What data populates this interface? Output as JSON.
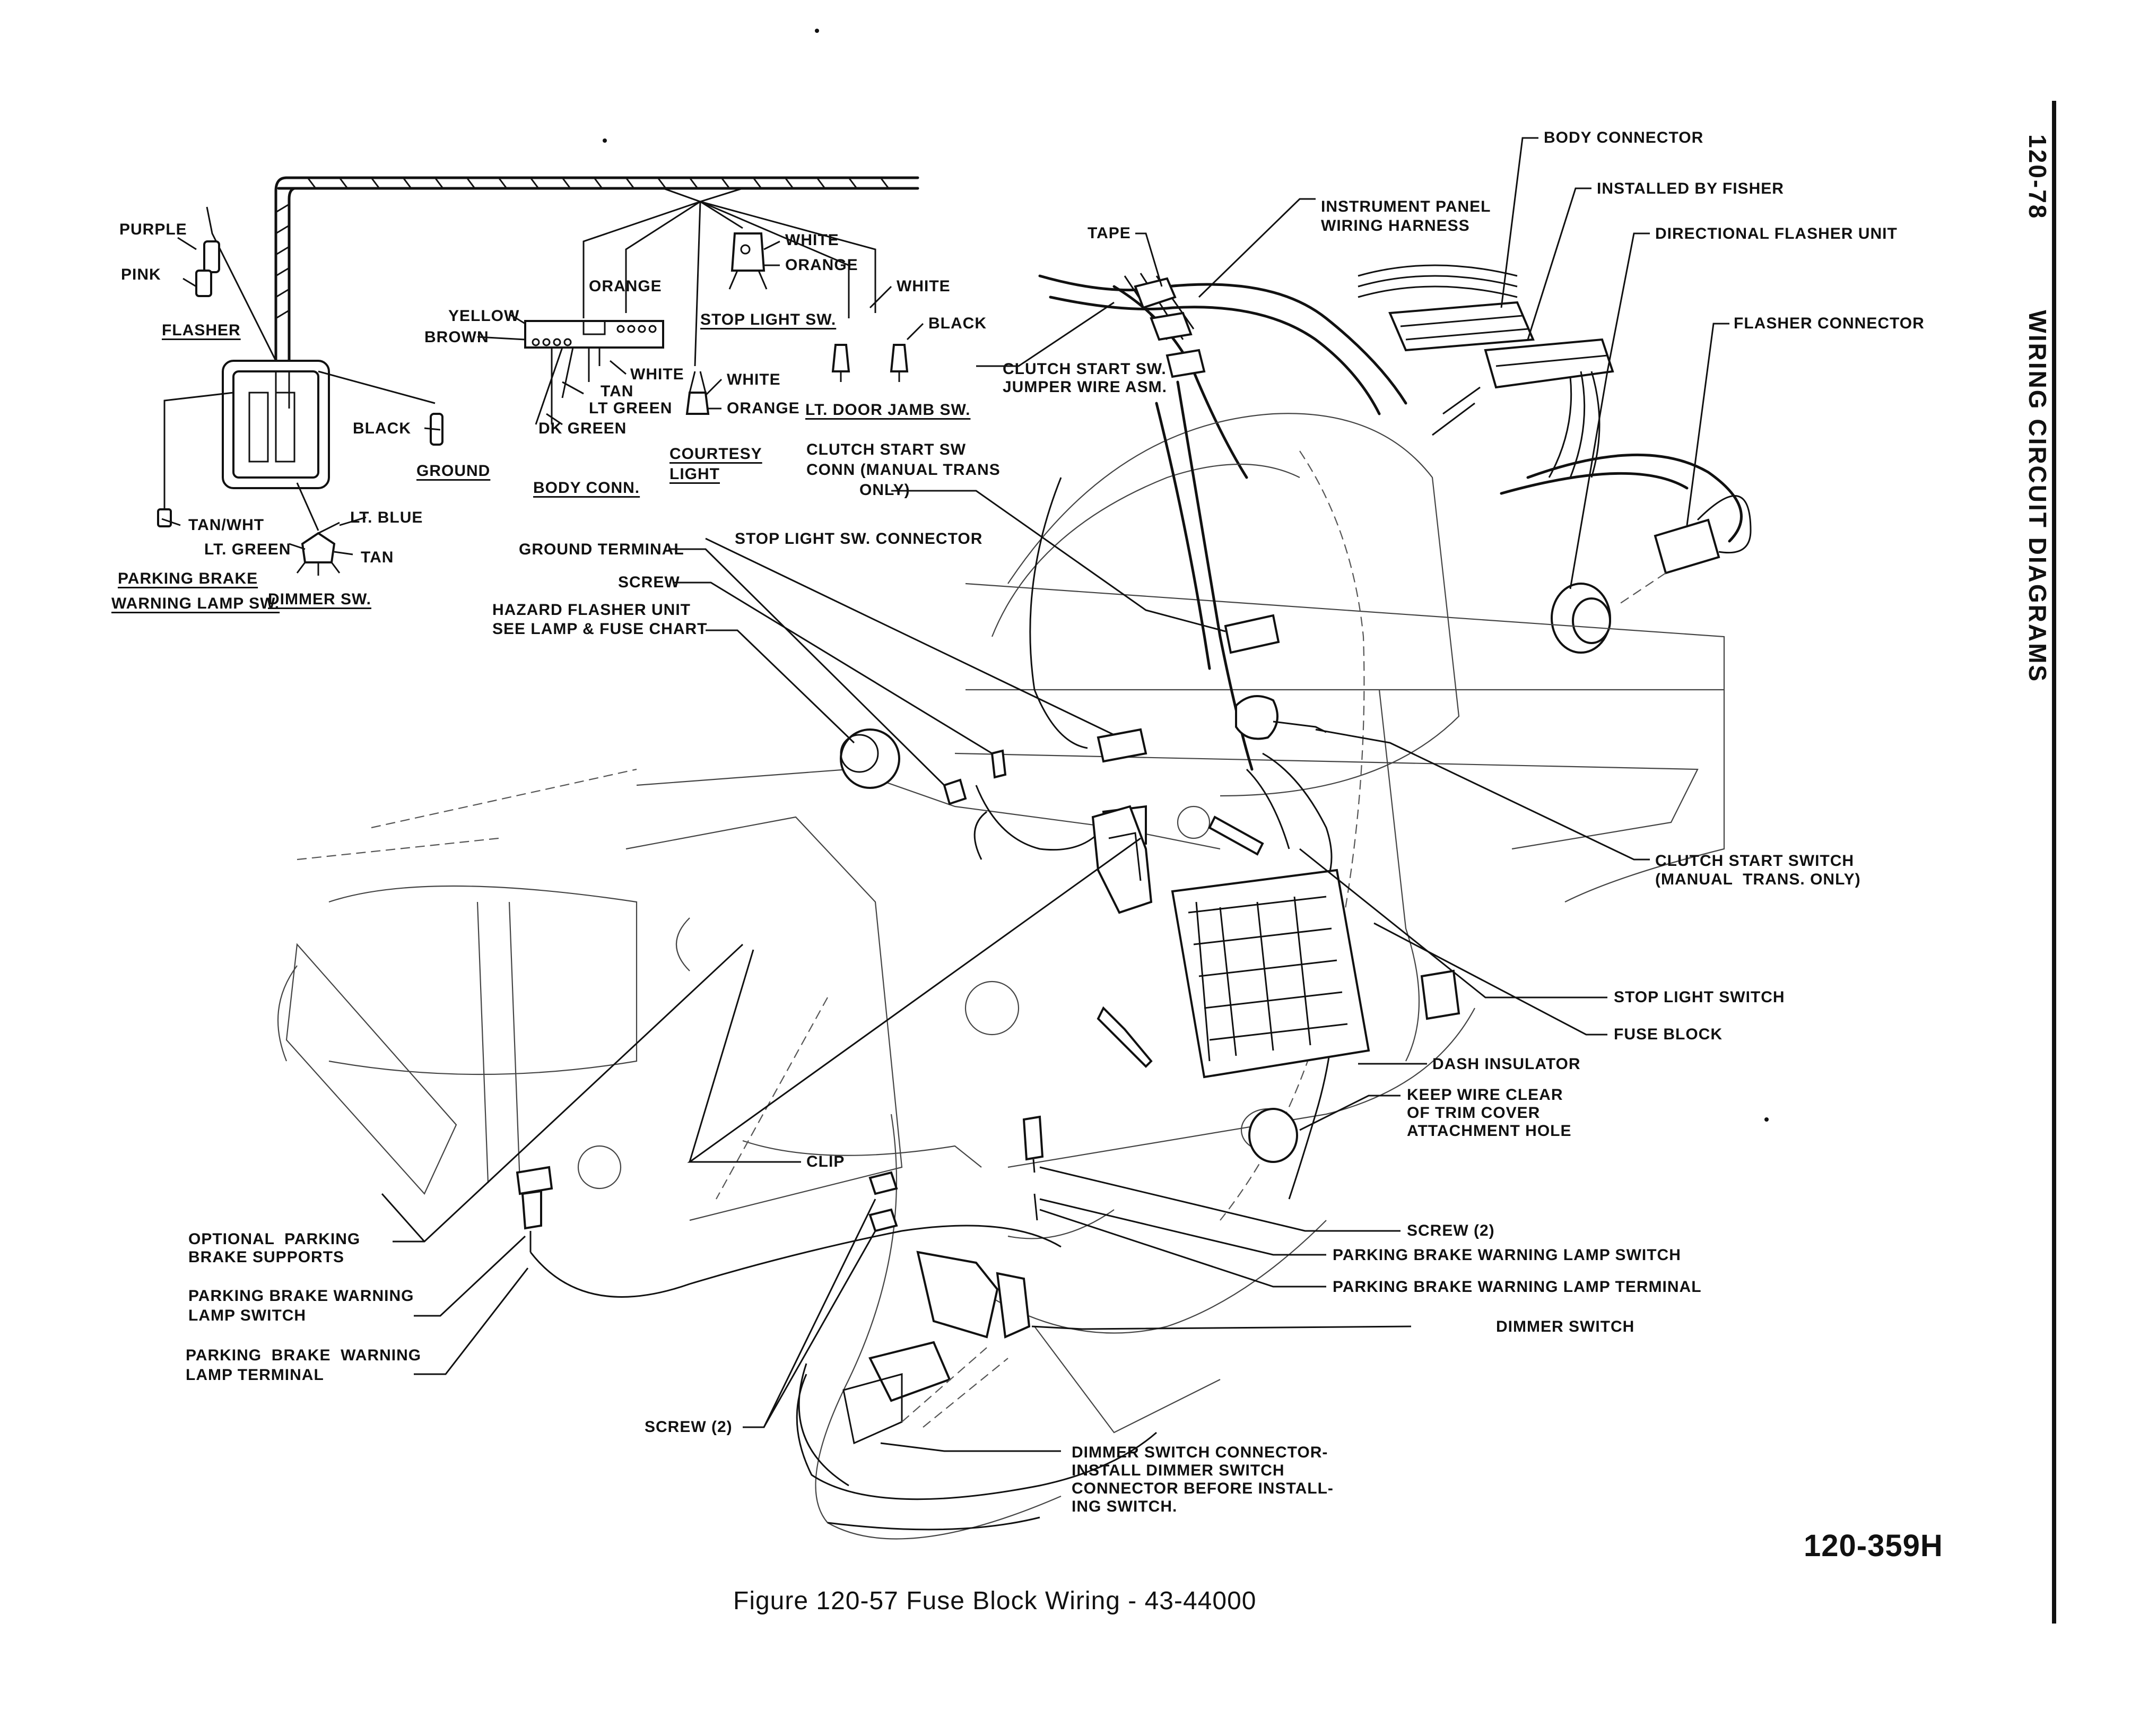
{
  "page": {
    "side_page_number": "120-78",
    "side_section_title": "WIRING CIRCUIT DIAGRAMS",
    "figure_number": "120-359H",
    "caption": "Figure 120-57 Fuse Block Wiring - 43-44000"
  },
  "inset_labels": {
    "purple": "PURPLE",
    "pink": "PINK",
    "flasher": "FLASHER",
    "black_flasher": "BLACK",
    "ground": "GROUND",
    "tan_wht": "TAN/WHT",
    "lt_blue": "LT. BLUE",
    "lt_green_dimmer": "LT. GREEN",
    "tan_dimmer": "TAN",
    "parking_brake_warning_lamp_sw_1": "PARKING BRAKE",
    "parking_brake_warning_lamp_sw_2": "WARNING LAMP SW.",
    "dimmer_sw": "DIMMER SW.",
    "orange_body": "ORANGE",
    "yellow": "YELLOW",
    "brown": "BROWN",
    "white_body": "WHITE",
    "tan_body": "TAN",
    "lt_green_body": "LT GREEN",
    "dk_green": "DK GREEN",
    "body_conn": "BODY CONN.",
    "white_stop": "WHITE",
    "orange_stop": "ORANGE",
    "stop_light_sw": "STOP LIGHT SW.",
    "white_courtesy": "WHITE",
    "orange_courtesy": "ORANGE",
    "courtesy_1": "COURTESY",
    "courtesy_2": "LIGHT",
    "white_door": "WHITE",
    "black_door": "BLACK",
    "lt_door_jamb_sw": "LT. DOOR JAMB SW."
  },
  "callouts": {
    "body_connector": "BODY CONNECTOR",
    "installed_by_fisher": "INSTALLED BY FISHER",
    "directional_flasher_unit": "DIRECTIONAL FLASHER UNIT",
    "flasher_connector": "FLASHER CONNECTOR",
    "instrument_panel_1": "INSTRUMENT PANEL",
    "instrument_panel_2": "WIRING HARNESS",
    "tape": "TAPE",
    "clutch_jumper_1": "CLUTCH START SW.",
    "clutch_jumper_2": "JUMPER WIRE ASM.",
    "clutch_conn_1": "CLUTCH START SW",
    "clutch_conn_2": "CONN (MANUAL TRANS",
    "clutch_conn_3": "ONLY)",
    "stop_light_sw_connector": "STOP LIGHT SW. CONNECTOR",
    "ground_terminal": "GROUND TERMINAL",
    "screw": "SCREW",
    "hazard_1": "HAZARD FLASHER UNIT",
    "hazard_2": "SEE LAMP & FUSE CHART",
    "clutch_start_switch_1": "CLUTCH START SWITCH",
    "clutch_start_switch_2": "(MANUAL  TRANS. ONLY)",
    "stop_light_switch": "STOP LIGHT SWITCH",
    "fuse_block": "FUSE BLOCK",
    "dash_insulator": "DASH INSULATOR",
    "keep_wire_1": "KEEP WIRE CLEAR",
    "keep_wire_2": "OF TRIM COVER",
    "keep_wire_3": "ATTACHMENT HOLE",
    "clip": "CLIP",
    "screw_2_right": "SCREW (2)",
    "pb_warning_lamp_switch_right": "PARKING BRAKE WARNING LAMP SWITCH",
    "pb_warning_lamp_terminal_right": "PARKING BRAKE WARNING LAMP TERMINAL",
    "dimmer_switch": "DIMMER SWITCH",
    "optional_pb_1": "OPTIONAL  PARKING",
    "optional_pb_2": "BRAKE SUPPORTS",
    "pb_switch_left_1": "PARKING BRAKE WARNING",
    "pb_switch_left_2": "LAMP SWITCH",
    "pb_terminal_left_1": "PARKING  BRAKE  WARNING",
    "pb_terminal_left_2": "LAMP TERMINAL",
    "screw_2_bottom": "SCREW (2)",
    "dimmer_conn_1": "DIMMER SWITCH CONNECTOR-",
    "dimmer_conn_2": "INSTALL DIMMER SWITCH",
    "dimmer_conn_3": "CONNECTOR BEFORE INSTALL-",
    "dimmer_conn_4": "ING SWITCH."
  }
}
